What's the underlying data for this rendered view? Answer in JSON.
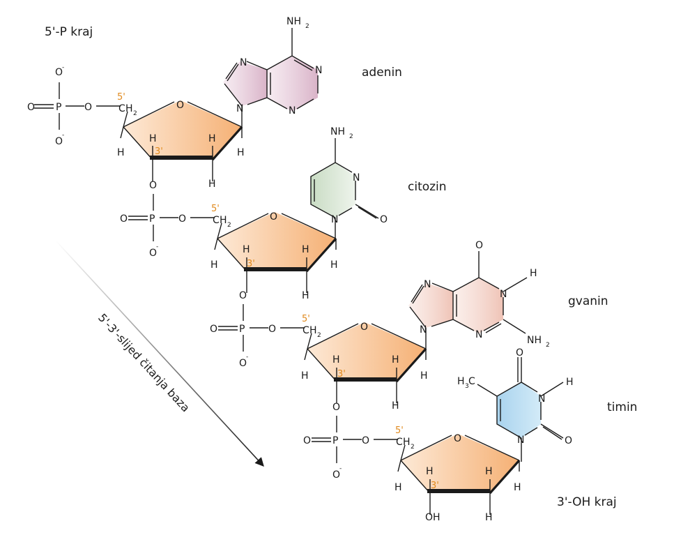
{
  "labels": {
    "end_5p": "5'-P kraj",
    "end_3oh": "3'-OH kraj",
    "direction": "5'-3'-slijed čitanja baza"
  },
  "bases": [
    {
      "name": "adenin",
      "color": "#e6c9d9"
    },
    {
      "name": "citozin",
      "color": "#c9dcc4"
    },
    {
      "name": "gvanin",
      "color": "#efc3b6"
    },
    {
      "name": "timin",
      "color": "#a9d3ee"
    }
  ],
  "atoms": {
    "O": "O",
    "P": "P",
    "H": "H",
    "N": "N",
    "C": "C",
    "OH": "OH",
    "NH": "NH",
    "H3C_H": "H",
    "H3C_C": "C",
    "sub2": "2",
    "sub3": "3",
    "minus": "-"
  },
  "positions": {
    "p5": "5'",
    "p3": "3'"
  },
  "colors": {
    "sugar": "#f5b074",
    "sugar_light": "#fde9d6",
    "position_numbers": "#e08a1e",
    "bonds": "#1a1a1a"
  }
}
